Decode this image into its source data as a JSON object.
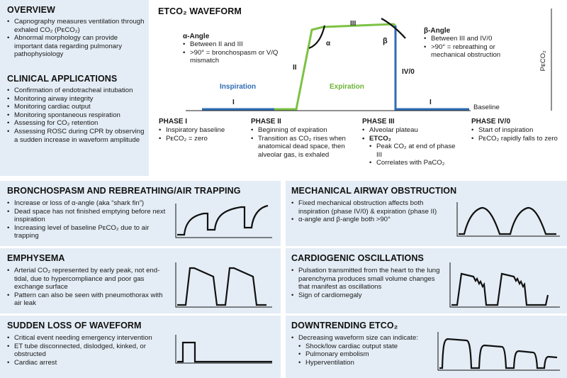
{
  "overview": {
    "title": "OVERVIEW",
    "items": [
      "Capnography measures ventilation through exhaled CO₂ (PᴇCO₂)",
      "Abnormal morphology can provide important data regarding pulmonary pathophysiology"
    ]
  },
  "clinical": {
    "title": "CLINICAL APPLICATIONS",
    "items": [
      "Confirmation of endotracheal intubation",
      "Monitoring airway integrity",
      "Monitoring cardiac output",
      "Monitoring spontaneous respiration",
      "Assessing for CO₂ retention",
      "Assessing ROSC during CPR by observing a sudden increase in waveform amplitude"
    ]
  },
  "waveform": {
    "title": "ETCO₂ WAVEFORM",
    "alpha": {
      "title": "α-Angle",
      "items": [
        "Between II and III",
        ">90° = bronchospasm or V/Q mismatch"
      ]
    },
    "beta": {
      "title": "β-Angle",
      "items": [
        "Between III and IV/0",
        ">90° = rebreathing or mechanical obstruction"
      ]
    },
    "labels": {
      "inspiration": "Inspiration",
      "expiration": "Expiration",
      "baseline": "Baseline",
      "ylabel": "PᴇCO₂",
      "i_left": "I",
      "i_right": "I",
      "ii": "II",
      "iii": "III",
      "iv0": "IV/0",
      "alpha_sym": "α",
      "beta_sym": "β"
    },
    "colors": {
      "inspiration": "#2e6db4",
      "expiration": "#7cc243",
      "curve_dark": "#111111"
    }
  },
  "phases": [
    {
      "title": "PHASE I",
      "items": [
        "Inspiratory baseline",
        "PᴇCO₂ = zero"
      ]
    },
    {
      "title": "PHASE II",
      "items": [
        "Beginning of expiration",
        "Transition as CO₂ rises when anatomical dead space, then alveolar gas, is exhaled"
      ]
    },
    {
      "title": "PHASE III",
      "items": [
        "Alveolar plateau",
        "ETCO₂"
      ],
      "sub": [
        "Peak CO₂ at end of phase III",
        "Correlates with PaCO₂"
      ]
    },
    {
      "title": "PHASE IV/0",
      "items": [
        "Start of inspiration",
        "PᴇCO₂ rapidly falls to zero"
      ]
    }
  ],
  "conditions": {
    "bronchospasm": {
      "title": "BRONCHOSPASM AND REBREATHING/AIR TRAPPING",
      "items": [
        "Increase or loss of α-angle (aka “shark fin”)",
        "Dead space has not finished emptying before next inspiration",
        "Increasing level of baseline PᴇCO₂ due to air trapping"
      ]
    },
    "mechanical": {
      "title": "MECHANICAL AIRWAY OBSTRUCTION",
      "items": [
        "Fixed mechanical obstruction affects both inspiration (phase IV/0) & expiration (phase II)",
        "α-angle and β-angle both >90°"
      ]
    },
    "emphysema": {
      "title": "EMPHYSEMA",
      "items": [
        "Arterial CO₂ represented by early peak, not end-tidal, due to hypercompliance and poor gas exchange surface",
        "Pattern can also be seen with pneumothorax with air leak"
      ]
    },
    "cardiogenic": {
      "title": "CARDIOGENIC OSCILLATIONS",
      "items": [
        "Pulsation transmitted from the heart to the lung parenchyma produces small volume changes that manifest as oscillations",
        "Sign of cardiomegaly"
      ]
    },
    "sudden": {
      "title": "SUDDEN LOSS OF WAVEFORM",
      "items": [
        "Critical event needing emergency intervention",
        "ET tube disconnected, dislodged, kinked, or obstructed",
        "Cardiac arrest"
      ]
    },
    "downtrend": {
      "title": "DOWNTRENDING ETCO₂",
      "intro": "Decreasing waveform size can indicate:",
      "items": [
        "Shock/low cardiac output state",
        "Pulmonary embolism",
        "Hyperventilation"
      ]
    }
  }
}
